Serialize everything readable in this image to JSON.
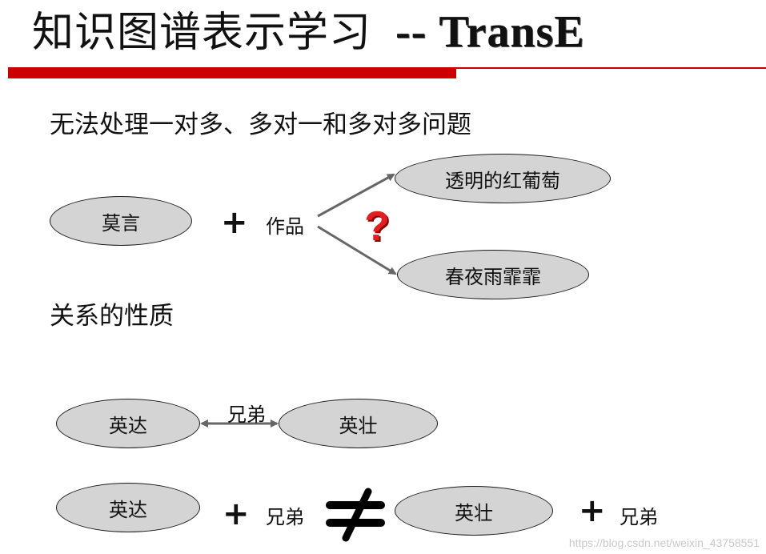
{
  "slide": {
    "title_zh": "知识图谱表示学习",
    "title_en": "-- TransE",
    "heading1": "无法处理一对多、多对一和多对多问题",
    "heading2": "关系的性质"
  },
  "example1": {
    "head": "莫言",
    "plus": "+",
    "relation": "作品",
    "question": "?",
    "tail1": "透明的红葡萄",
    "tail2": "春夜雨霏霏"
  },
  "example2": {
    "entity_a": "英达",
    "relation": "兄弟",
    "entity_b": "英壮"
  },
  "example3": {
    "entity_a": "英达",
    "plus1": "+",
    "relation1": "兄弟",
    "not_equal": "≠",
    "entity_b": "英壮",
    "plus2": "+",
    "relation2": "兄弟"
  },
  "watermark": "https://blog.csdn.net/weixin_43758551",
  "colors": {
    "accent_red": "#cc0000",
    "ellipse_fill": "#d4d4d4",
    "arrow_gray": "#666666",
    "question_red": "#e02020"
  }
}
